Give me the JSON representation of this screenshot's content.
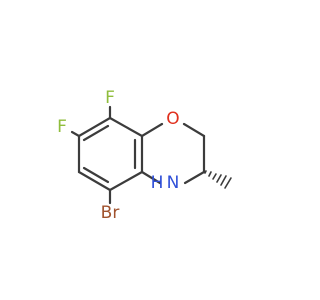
{
  "molecule": {
    "atoms": {
      "F_top": "F",
      "F_left": "F",
      "O_ring": "O",
      "N_ring": "N",
      "H_amine": "H",
      "Br_sub": "Br"
    },
    "colors": {
      "bond": "#3c3c3c",
      "fluorine": "#8fbd3c",
      "oxygen": "#e0301e",
      "nitrogen": "#3050d8",
      "bromine": "#a0522d"
    }
  }
}
